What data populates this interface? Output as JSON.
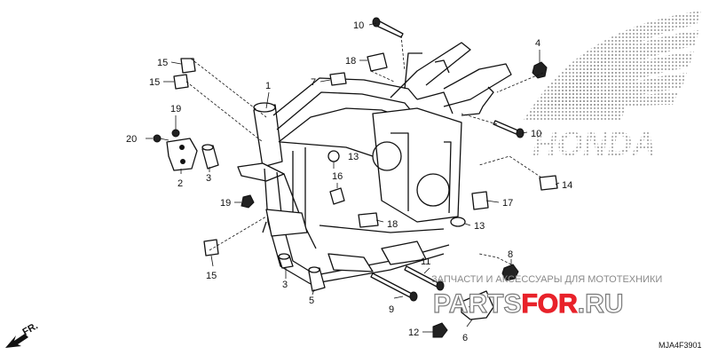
{
  "brand": {
    "wing_logo": "honda-wing-logo",
    "wordmark": "HONDA"
  },
  "watermark": {
    "tagline": "ЗАПЧАСТИ И АКСЕССУАРЫ ДЛЯ МОТОТЕХНИКИ",
    "site_parts": [
      "PARTS",
      "FOR",
      ".RU"
    ],
    "colors": {
      "red": "#e8222a",
      "gray": "#8a8a8a"
    }
  },
  "direction_marker": {
    "label": "FR.",
    "icon": "front-arrow-icon"
  },
  "diagram_code": "MJA4F3901",
  "callouts": {
    "c1": "1",
    "c2": "2",
    "c3a": "3",
    "c3b": "3",
    "c4": "4",
    "c5": "5",
    "c6": "6",
    "c7": "7",
    "c8": "8",
    "c9": "9",
    "c10a": "10",
    "c10b": "10",
    "c11": "11",
    "c12": "12",
    "c13a": "13",
    "c13b": "13",
    "c14": "14",
    "c15a": "15",
    "c15b": "15",
    "c15c": "15",
    "c16": "16",
    "c17": "17",
    "c18a": "18",
    "c18b": "18",
    "c19a": "19",
    "c19b": "19",
    "c20": "20"
  }
}
